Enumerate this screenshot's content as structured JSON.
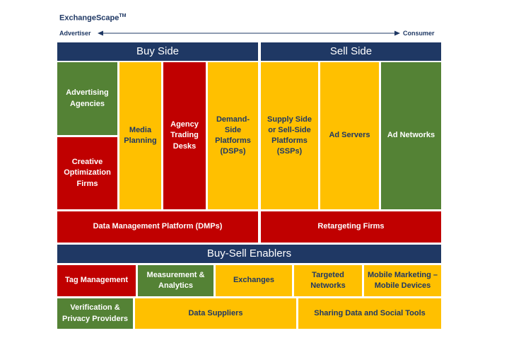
{
  "header": {
    "title": "ExchangeScape",
    "trademark": "TM",
    "left_end": "Advertiser",
    "right_end": "Consumer"
  },
  "colors": {
    "navy": "#1f3864",
    "green": "#548235",
    "red": "#c00000",
    "yellow": "#ffc000"
  },
  "buy_side": {
    "heading": "Buy Side",
    "advertising_agencies": "Advertising Agencies",
    "creative_optimization": "Creative Optimization Firms",
    "media_planning": "Media Planning",
    "agency_trading_desks": "Agency Trading Desks",
    "dsps": "Demand-Side Platforms (DSPs)",
    "dmp": "Data Management Platform (DMPs)"
  },
  "sell_side": {
    "heading": "Sell Side",
    "ssps": "Supply Side or Sell-Side Platforms (SSPs)",
    "ad_servers": "Ad Servers",
    "ad_networks": "Ad Networks",
    "retargeting": "Retargeting Firms"
  },
  "enablers": {
    "heading": "Buy-Sell Enablers",
    "tag_management": "Tag Management",
    "measurement": "Measurement & Analytics",
    "exchanges": "Exchanges",
    "targeted_networks": "Targeted Networks",
    "mobile": "Mobile Marketing – Mobile Devices",
    "verification": "Verification & Privacy Providers",
    "data_suppliers": "Data Suppliers",
    "sharing": "Sharing Data and Social Tools"
  }
}
